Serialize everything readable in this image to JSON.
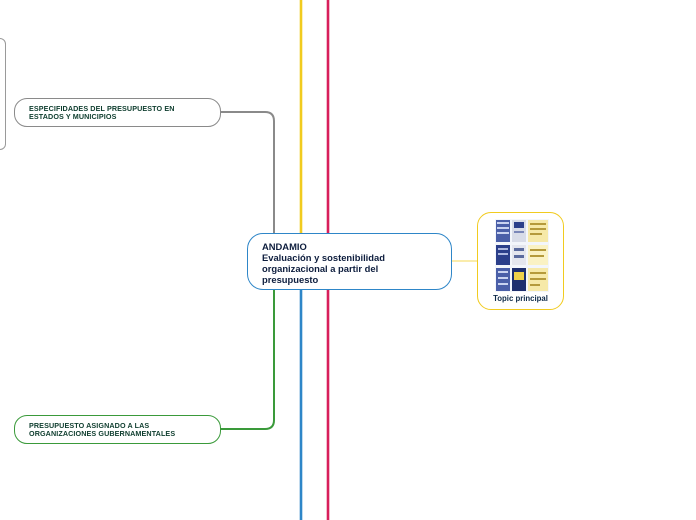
{
  "central": {
    "lines": [
      "ANDAMIO",
      "Evaluación y sostenibilidad",
      "organizacional a partir del",
      "presupuesto"
    ]
  },
  "branches": [
    {
      "label_lines": [
        "ESPECIFIDADES DEL PRESUPUESTO EN",
        "ESTADOS Y MUNICIPIOS"
      ],
      "color": "#8a8a8a"
    },
    {
      "label_lines": [
        "PRESUPUESTO ASIGNADO A  LAS",
        "ORGANIZACIONES GUBERNAMENTALES"
      ],
      "color": "#3a9a3a"
    }
  ],
  "topic": {
    "label": "Topic principal",
    "border_color": "#f1cb1f"
  },
  "colors": {
    "yellow_line": "#f1cb1f",
    "magenta_line": "#d81f5b",
    "blue_line": "#2e86c8",
    "grey_branch": "#8a8a8a",
    "green_branch": "#3a9a3a"
  }
}
